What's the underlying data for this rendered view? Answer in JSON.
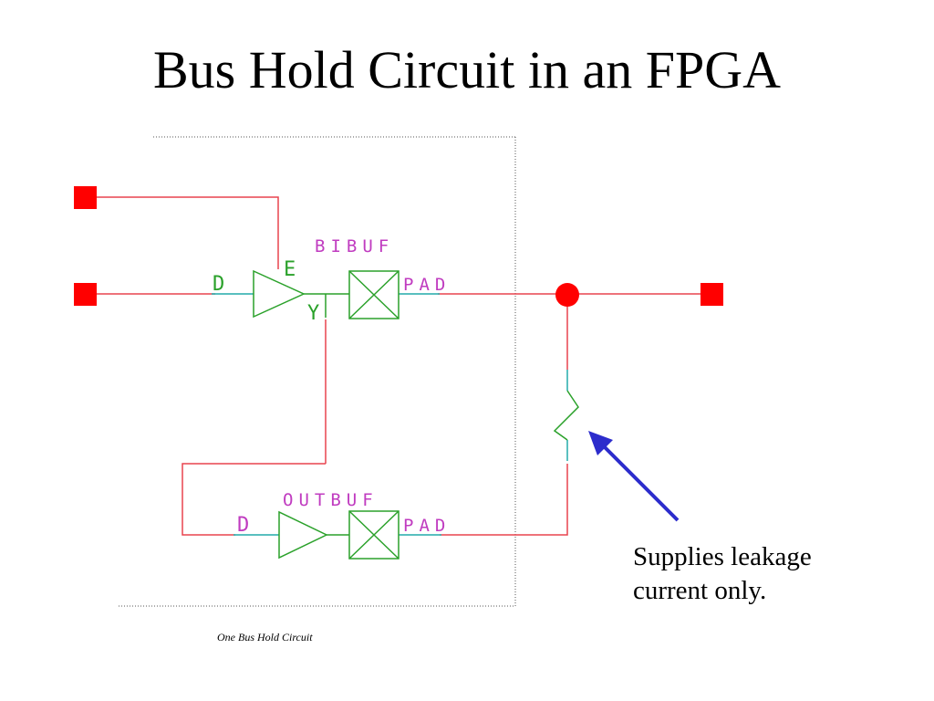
{
  "slide": {
    "title": "Bus Hold Circuit in an FPGA",
    "note_line1": "Supplies leakage",
    "note_line2": "current only.",
    "caption": "One Bus Hold Circuit"
  },
  "labels": {
    "bibuf": "BIBUF",
    "outbuf": "OUTBUF",
    "bibuf_d": "D",
    "bibuf_e": "E",
    "bibuf_y": "Y",
    "bibuf_pad": "PAD",
    "outbuf_d": "D",
    "outbuf_pad": "PAD"
  },
  "colors": {
    "wire": "#e8434f",
    "component": "#2aa12a",
    "label_magenta": "#c03cc0",
    "label_green": "#2aa12a",
    "terminal": "#ff0000",
    "arrow": "#2c2ccc",
    "pin_stub": "#22aaaa"
  }
}
